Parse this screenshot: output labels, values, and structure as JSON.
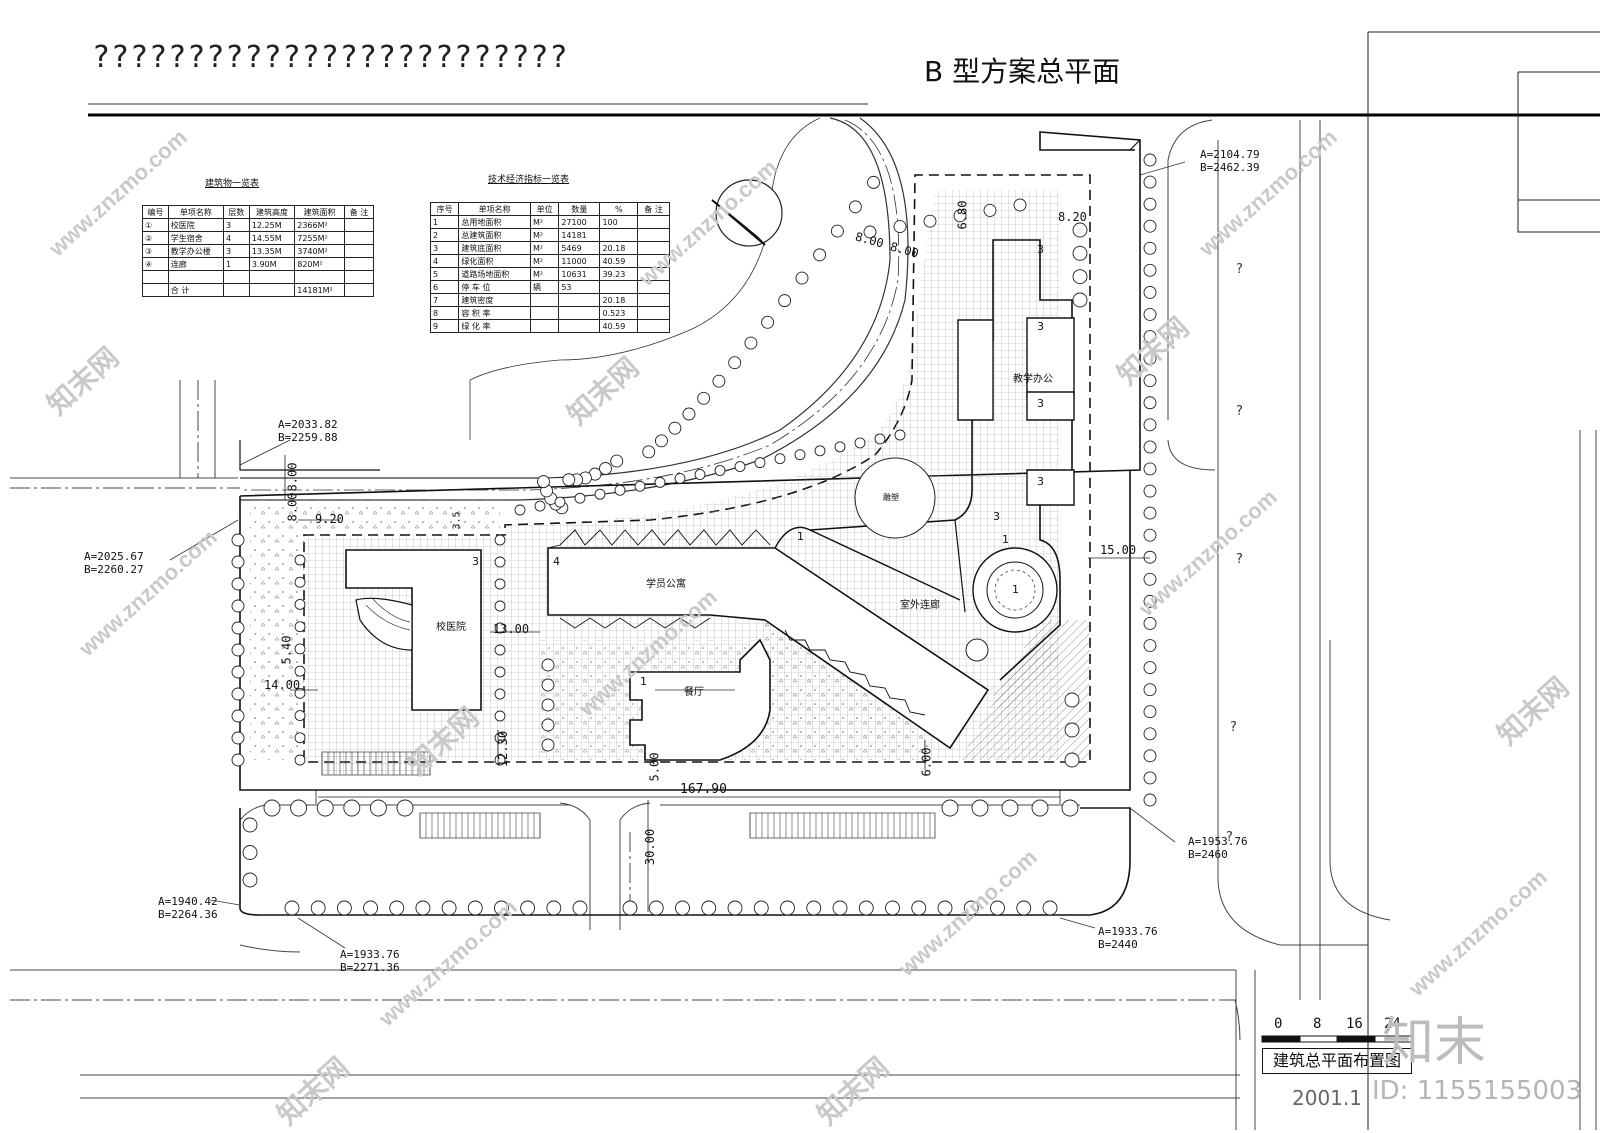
{
  "header": {
    "garbled_text": "?????????????????????????",
    "title": "B  型方案总平面"
  },
  "building_table": {
    "caption": "建筑物一览表",
    "headers": [
      "编号",
      "单项名称",
      "层数",
      "建筑高度",
      "建筑面积",
      "备  注"
    ],
    "rows": [
      [
        "①",
        "校医院",
        "3",
        "12.25M",
        "2366M²",
        ""
      ],
      [
        "②",
        "学生宿舍",
        "4",
        "14.55M",
        "7255M²",
        ""
      ],
      [
        "③",
        "教学办公楼",
        "3",
        "13.35M",
        "3740M²",
        ""
      ],
      [
        "④",
        "连廊",
        "1",
        "3.90M",
        "820M²",
        ""
      ],
      [
        "",
        "",
        "",
        "",
        "",
        ""
      ],
      [
        "",
        "合  计",
        "",
        "",
        "14181M²",
        ""
      ]
    ]
  },
  "tech_table": {
    "caption": "技术经济指标一览表",
    "headers": [
      "序号",
      "单项名称",
      "单位",
      "数量",
      "%",
      "备  注"
    ],
    "rows": [
      [
        "1",
        "总用地面积",
        "M²",
        "27100",
        "100",
        ""
      ],
      [
        "2",
        "总建筑面积",
        "M²",
        "14181",
        "",
        ""
      ],
      [
        "3",
        "建筑底面积",
        "M²",
        "5469",
        "20.18",
        ""
      ],
      [
        "4",
        "绿化面积",
        "M²",
        "11000",
        "40.59",
        ""
      ],
      [
        "5",
        "道路场地面积",
        "M²",
        "10631",
        "39.23",
        ""
      ],
      [
        "6",
        "停 车 位",
        "辆",
        "53",
        "",
        ""
      ],
      [
        "7",
        "建筑密度",
        "",
        "",
        "20.18",
        ""
      ],
      [
        "8",
        "容 积 率",
        "",
        "",
        "0.523",
        ""
      ],
      [
        "9",
        "绿 化 率",
        "",
        "",
        "40.59",
        ""
      ]
    ]
  },
  "buildings": {
    "hospital": "校医院",
    "dorm": "学员公寓",
    "office": "教学办公",
    "canteen": "餐厅",
    "corridor": "室外连廊",
    "sculpture": "雕塑"
  },
  "floor_numbers": {
    "hospital": "3",
    "dorm": "4",
    "office_top": "3",
    "office_a": "3",
    "office_b": "3",
    "office_c": "3",
    "office_base": "3",
    "corridor_a": "1",
    "corridor_b": "1",
    "rotunda": "1",
    "canteen": "1"
  },
  "coordinates": [
    {
      "a": "A=2104.79",
      "b": "B=2462.39"
    },
    {
      "a": "A=2033.82",
      "b": "B=2259.88"
    },
    {
      "a": "A=2025.67",
      "b": "B=2260.27"
    },
    {
      "a": "A=1953.76",
      "b": "B=2460"
    },
    {
      "a": "A=1940.42",
      "b": "B=2264.36"
    },
    {
      "a": "A=1933.76",
      "b": "B=2271.36"
    },
    {
      "a": "A=1933.76",
      "b": "B=2440"
    }
  ],
  "dimensions": {
    "d_8_00a": "8.00",
    "d_8_00b": "8.00",
    "d_6_80": "6.80",
    "d_8_20": "8.20",
    "d_8_00c": "8.00",
    "d_8_00d": "8.00",
    "d_9_20": "9.20",
    "d_3_5": "3.5",
    "d_13_00": "13.00",
    "d_5_40": "5.40",
    "d_14_00": "14.00",
    "d_12_30": "12.30",
    "d_5_00": "5.00",
    "d_6_00": "6.00",
    "d_15_00": "15.00",
    "d_167_90": "167.90",
    "d_30_00": "30.00"
  },
  "question_marks": [
    "?",
    "?",
    "?",
    "?",
    "?"
  ],
  "scale": {
    "ticks": [
      "0",
      "8",
      "16",
      "24"
    ],
    "label": "建筑总平面布置图",
    "date": "2001.1"
  },
  "watermarks": {
    "site": "www.znzmo.com",
    "brand": "知末网",
    "logo": "知末",
    "id": "ID: 1155155003"
  }
}
